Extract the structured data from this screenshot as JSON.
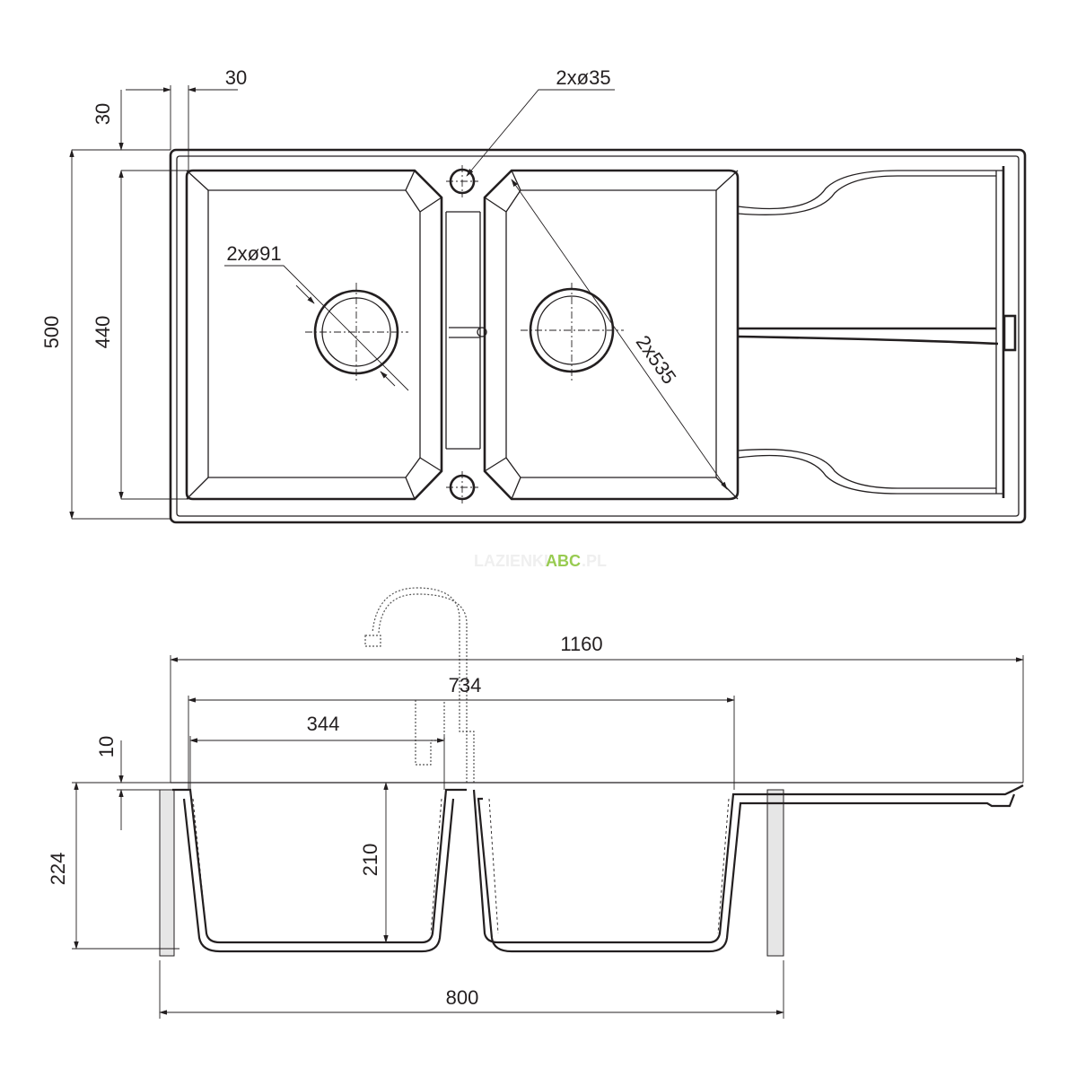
{
  "title": "Double bowl kitchen sink with drainboard – dimension drawing",
  "top_view": {
    "dim_width_offset": "30",
    "dim_height_offset": "30",
    "dim_tap_holes": "2xø35",
    "dim_drains": "2xø91",
    "dim_diagonal": "2x535",
    "dim_total_depth": "500",
    "dim_bowl_depth": "440"
  },
  "side_view": {
    "dim_total_width": "1160",
    "dim_bowls_width": "734",
    "dim_bowl_width": "344",
    "dim_rim": "10",
    "dim_total_height": "224",
    "dim_bowl_height": "210",
    "dim_cabinet": "800"
  },
  "watermark": {
    "part1": "LAZIENKI",
    "part2": "ABC",
    "part3": ".PL",
    "accent": "#8dc63f"
  }
}
